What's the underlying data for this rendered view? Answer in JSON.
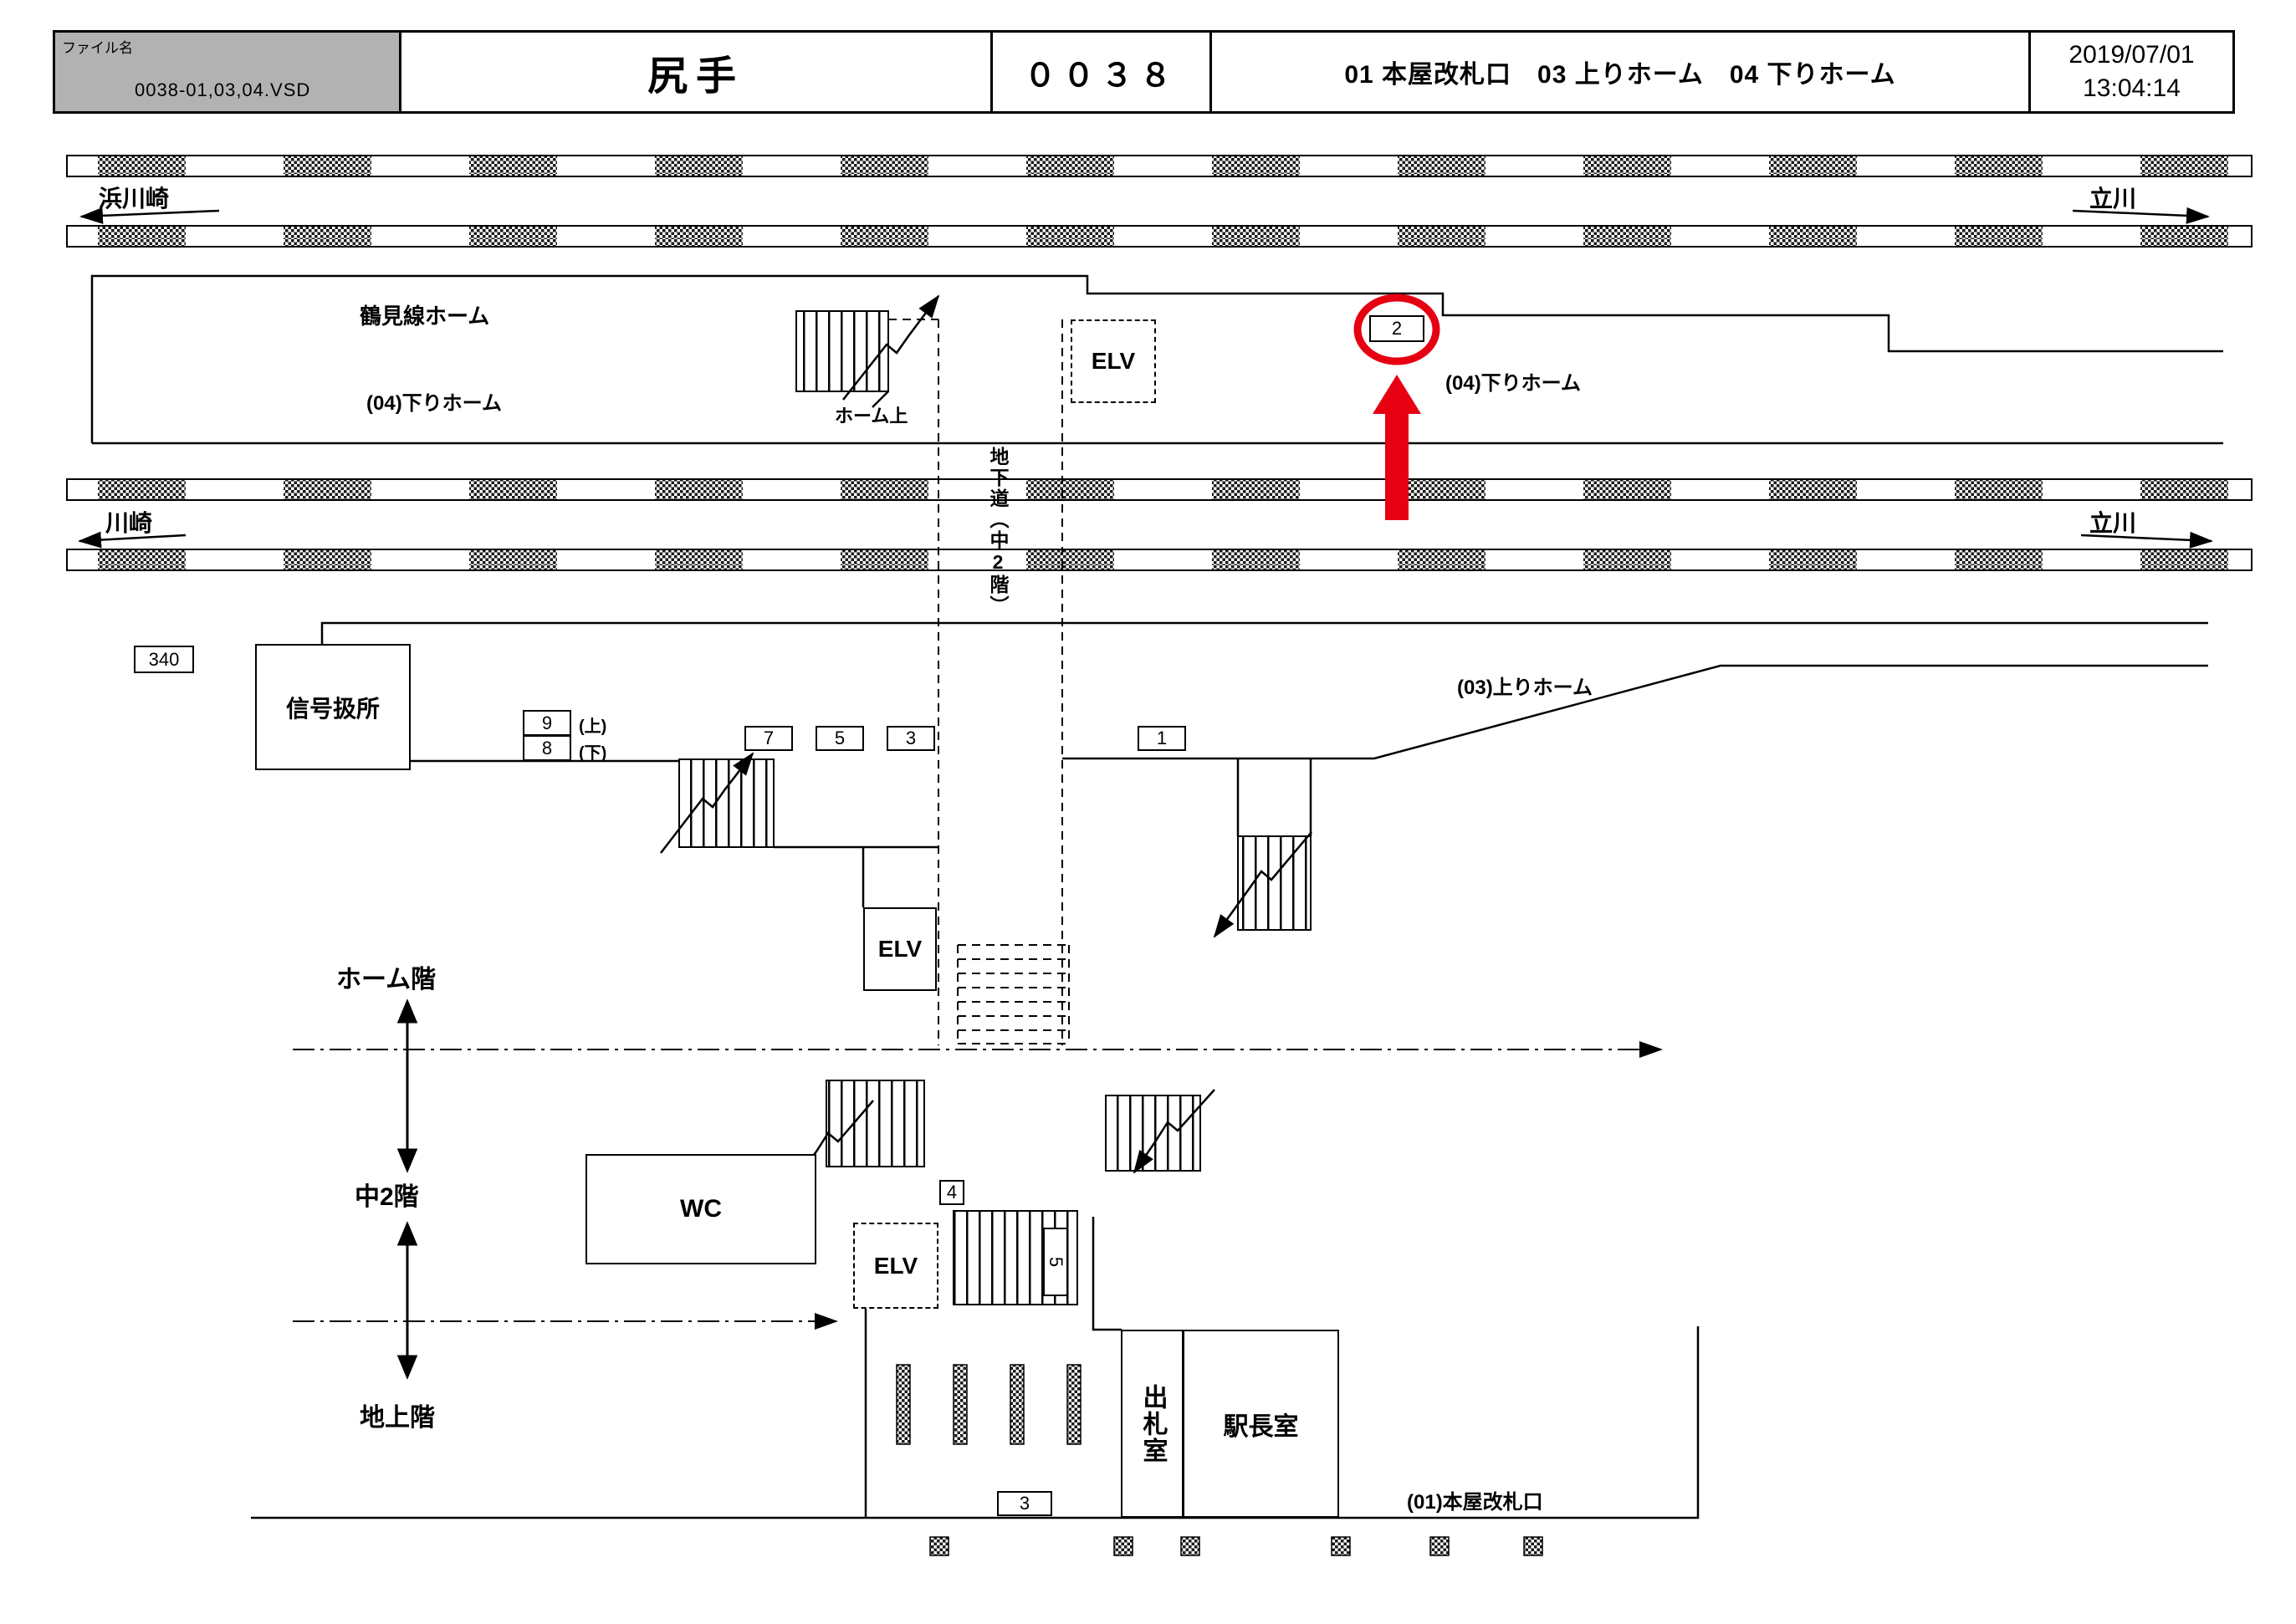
{
  "header": {
    "file_label": "ファイル名",
    "file_name": "0038-01,03,04.VSD",
    "station_name": "尻手",
    "station_code": "００３８",
    "areas": "01 本屋改札口　03 上りホーム　04 下りホーム",
    "date": "2019/07/01",
    "time": "13:04:14"
  },
  "directions": {
    "top_left": "浜川崎",
    "top_right": "立川",
    "mid_left": "川崎",
    "mid_right": "立川"
  },
  "labels": {
    "tsurumi_platform": "鶴見線ホーム",
    "down_platform": "(04)下りホーム",
    "down_platform_right": "(04)下りホーム",
    "up_platform": "(03)上りホーム",
    "platform_up": "ホーム上",
    "underpass": "地下道（中2階）",
    "signal_office": "信号扱所",
    "box_340": "340",
    "elv": "ELV",
    "wc": "WC",
    "ticket_office": "出札室",
    "master_office": "駅長室",
    "main_gate": "(01)本屋改札口",
    "floor_platform": "ホーム階",
    "floor_mezzanine": "中2階",
    "floor_ground": "地上階",
    "note_up": "(上)",
    "note_down": "(下)"
  },
  "cameras": {
    "c2": "2",
    "c9": "9",
    "c8": "8",
    "c7": "7",
    "c5a": "5",
    "c3a": "3",
    "c1": "1",
    "c4": "4",
    "c5b": "5",
    "c3b": "3"
  },
  "colors": {
    "highlight_red": "#e60012",
    "header_gray": "#b2b2b2",
    "line_black": "#000000"
  }
}
